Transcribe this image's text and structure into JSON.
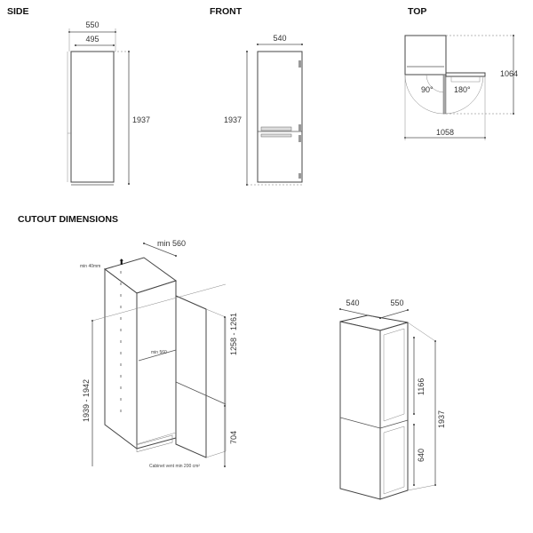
{
  "sections": {
    "side": "SIDE",
    "front": "FRONT",
    "top": "TOP",
    "cutout": "CUTOUT DIMENSIONS"
  },
  "side_view": {
    "depth_total": "550",
    "depth_body": "495",
    "height": "1937"
  },
  "front_view": {
    "width": "540",
    "height": "1937"
  },
  "top_view": {
    "depth": "1064",
    "width": "1058",
    "angle_1": "90°",
    "angle_2": "180°"
  },
  "cutout_view": {
    "top_width": "min 560",
    "top_gap": "min 40mm",
    "inner_width": "min 560",
    "height": "1939 - 1942",
    "upper_door": "1258 - 1261",
    "lower_door": "704",
    "vent_note": "Cabinet vent min 200 cm²"
  },
  "appliance_view": {
    "width": "540",
    "depth": "550",
    "upper": "1166",
    "lower": "640",
    "height": "1937"
  }
}
